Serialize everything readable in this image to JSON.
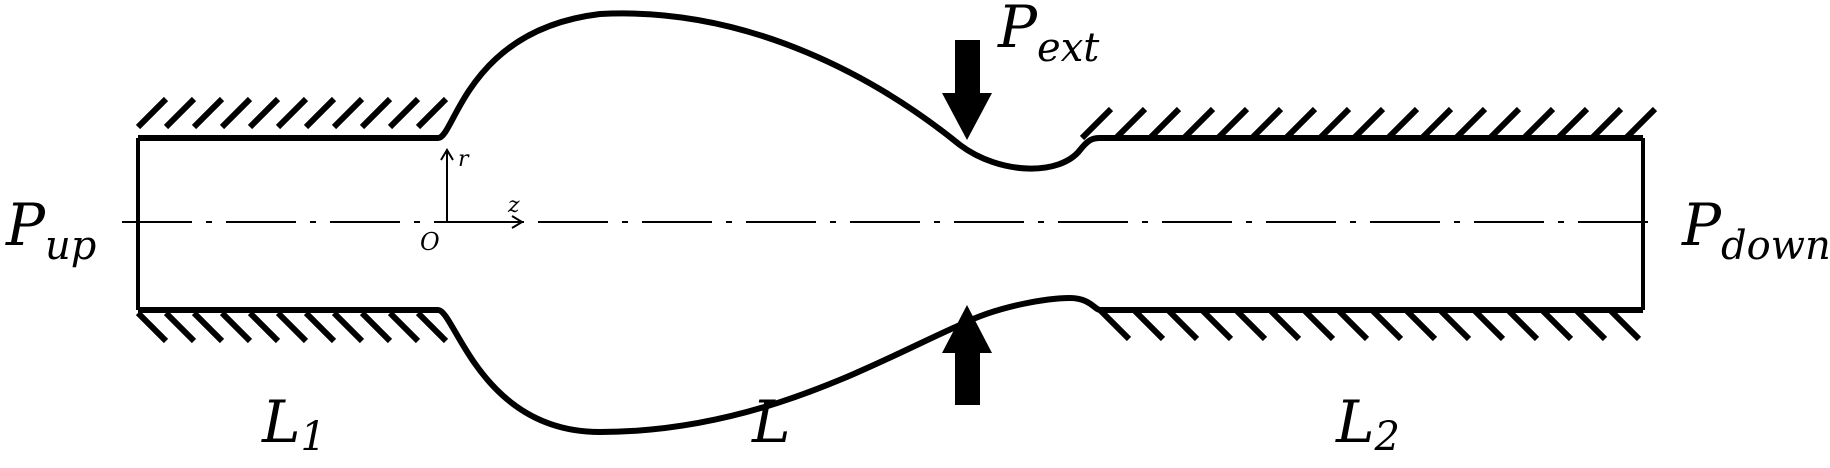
{
  "labels": {
    "p_up": {
      "main": "P",
      "sub": "up"
    },
    "p_down": {
      "main": "P",
      "sub": "down"
    },
    "p_ext": {
      "main": "P",
      "sub": "ext"
    },
    "l1": {
      "main": "L",
      "sub": "1"
    },
    "l": {
      "main": "L"
    },
    "l2": {
      "main": "L",
      "sub": "2"
    },
    "axis_r": "r",
    "axis_z": "z",
    "origin": "O"
  },
  "colors": {
    "ink": "#000000",
    "background": "#ffffff"
  }
}
